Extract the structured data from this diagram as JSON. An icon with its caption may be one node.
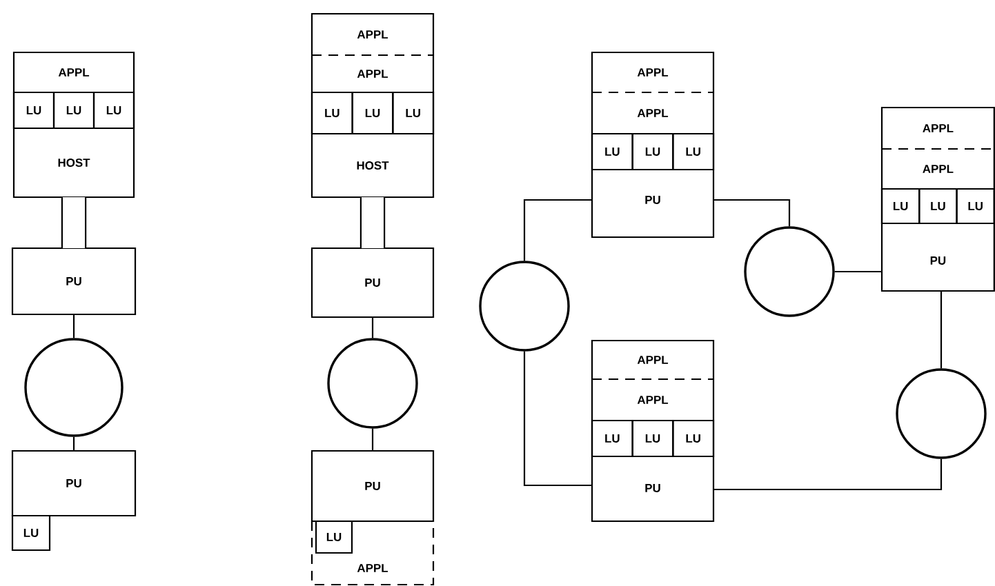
{
  "diagram": {
    "nodes": [
      {
        "text": [
          "HOST"
        ]
      },
      {
        "text": [
          "APPL"
        ],
        "in": 0
      },
      {
        "text": [
          "LU"
        ],
        "in": 0
      },
      {
        "text": [
          "LU"
        ],
        "in": 0
      },
      {
        "text": [
          "LU"
        ],
        "in": 0
      },
      {
        "text": [
          "PU"
        ]
      },
      {
        "text": [],
        "shape": "circle"
      },
      {
        "text": [
          "PU"
        ]
      },
      {
        "text": [
          "LU"
        ]
      },
      {
        "text": [
          "HOST"
        ]
      },
      {
        "text": [
          "APPL"
        ],
        "in": 9
      },
      {
        "text": [
          "APPL"
        ],
        "in": 9
      },
      {
        "text": [
          "LU"
        ],
        "in": 9
      },
      {
        "text": [
          "LU"
        ],
        "in": 9
      },
      {
        "text": [
          "LU"
        ],
        "in": 9
      },
      {
        "text": [
          "PU"
        ]
      },
      {
        "text": [],
        "shape": "circle"
      },
      {
        "text": [
          "PU"
        ]
      },
      {
        "text": [
          "APPL"
        ]
      },
      {
        "text": [
          "LU"
        ],
        "in": 18
      },
      {
        "text": [
          "PU"
        ]
      },
      {
        "text": [
          "APPL"
        ],
        "in": 20
      },
      {
        "text": [
          "APPL"
        ],
        "in": 20
      },
      {
        "text": [
          "LU"
        ],
        "in": 20
      },
      {
        "text": [
          "LU"
        ],
        "in": 20
      },
      {
        "text": [
          "LU"
        ],
        "in": 20
      },
      {
        "text": [],
        "shape": "circle"
      },
      {
        "text": [],
        "shape": "circle"
      },
      {
        "text": [
          "PU"
        ]
      },
      {
        "text": [
          "APPL"
        ],
        "in": 28
      },
      {
        "text": [
          "APPL"
        ],
        "in": 28
      },
      {
        "text": [
          "LU"
        ],
        "in": 28
      },
      {
        "text": [
          "LU"
        ],
        "in": 28
      },
      {
        "text": [
          "LU"
        ],
        "in": 28
      },
      {
        "text": [],
        "shape": "circle"
      },
      {
        "text": [
          "PU"
        ]
      },
      {
        "text": [
          "APPL"
        ],
        "in": 35
      },
      {
        "text": [
          "APPL"
        ],
        "in": 35
      },
      {
        "text": [
          "LU"
        ],
        "in": 35
      },
      {
        "text": [
          "LU"
        ],
        "in": 35
      },
      {
        "text": [
          "LU"
        ],
        "in": 35
      }
    ],
    "edges": [
      {
        "from": 0,
        "to": 5,
        "arrow": "none",
        "style": "thick"
      },
      {
        "from": 5,
        "to": 6,
        "arrow": "none"
      },
      {
        "from": 6,
        "to": 7,
        "arrow": "none"
      },
      {
        "from": 9,
        "to": 15,
        "arrow": "none",
        "style": "thick"
      },
      {
        "from": 15,
        "to": 16,
        "arrow": "none"
      },
      {
        "from": 16,
        "to": 17,
        "arrow": "none"
      },
      {
        "from": 20,
        "to": 26,
        "arrow": "none"
      },
      {
        "from": 20,
        "to": 27,
        "arrow": "none"
      },
      {
        "from": 27,
        "to": 28,
        "arrow": "none"
      },
      {
        "from": 28,
        "to": 34,
        "arrow": "none"
      },
      {
        "from": 34,
        "to": 35,
        "arrow": "none"
      },
      {
        "from": 26,
        "to": 35,
        "arrow": "none"
      }
    ]
  }
}
